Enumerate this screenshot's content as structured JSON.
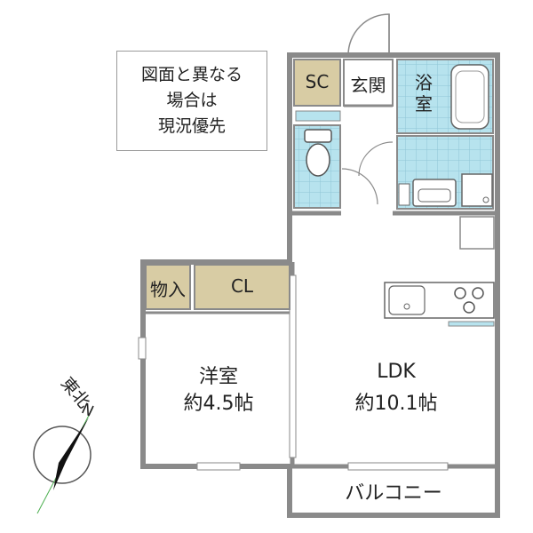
{
  "note": {
    "lines": [
      "図面と異なる",
      "場合は",
      "現況優先"
    ]
  },
  "rooms": {
    "sc": "SC",
    "entrance": "玄関",
    "bath_line1": "浴",
    "bath_line2": "室",
    "storage": "物入",
    "closet": "CL",
    "western_name": "洋室",
    "western_size": "約4.5帖",
    "ldk_name": "LDK",
    "ldk_size": "約10.1帖",
    "balcony": "バルコニー"
  },
  "compass": {
    "direction_label": "東北",
    "north_label": "N"
  },
  "colors": {
    "wall": "#8a8a8a",
    "storage_fill": "#d8cca4",
    "tile_fill": "#b7e3ee",
    "tile_grid": "#8fc6d6",
    "compass_needle": "#111111",
    "compass_line": "#4caf50"
  }
}
